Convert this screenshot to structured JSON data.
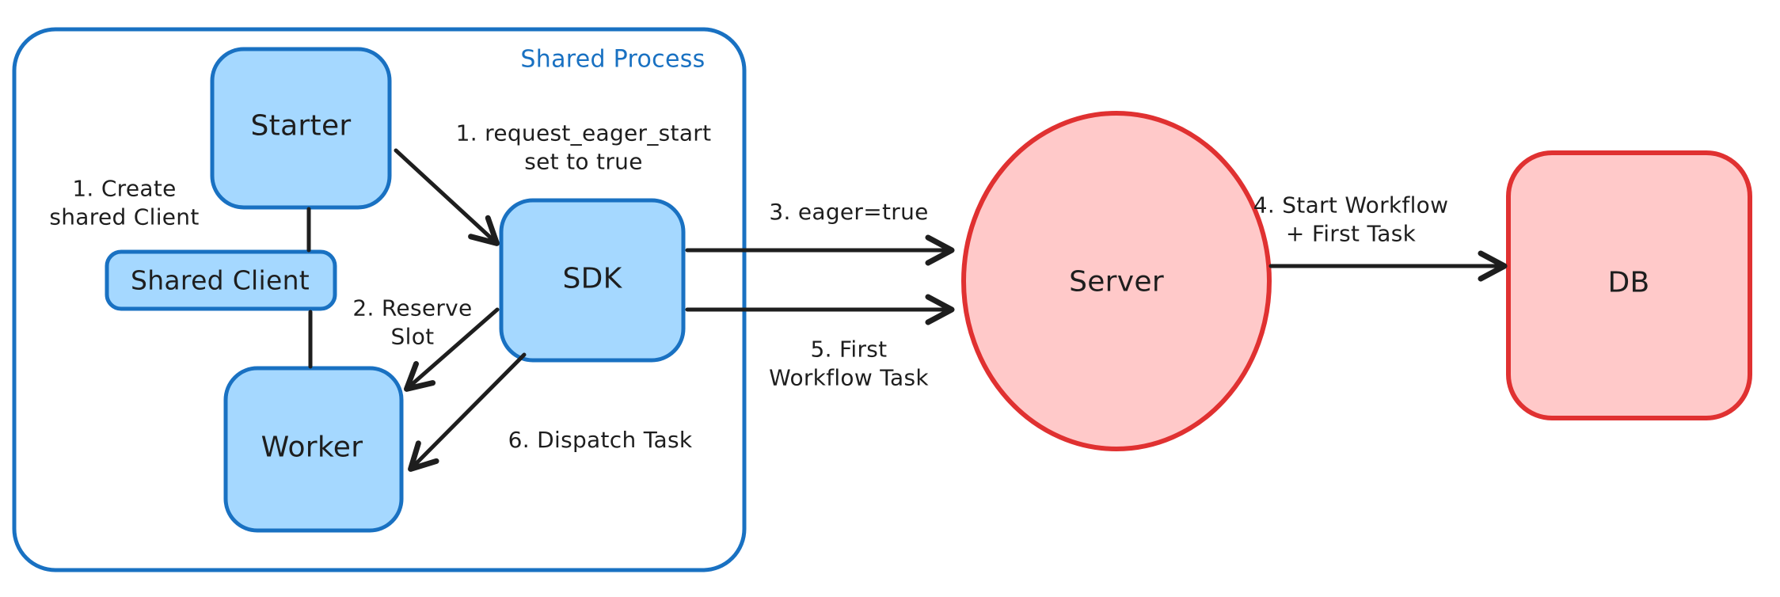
{
  "colors": {
    "blue_stroke": "#1971c2",
    "blue_fill": "#a5d8ff",
    "red_stroke": "#e03131",
    "red_fill": "#ffc9c9",
    "ink": "#1e1e1e",
    "bg": "#ffffff"
  },
  "container": {
    "label": "Shared Process"
  },
  "nodes": {
    "starter": {
      "label": "Starter"
    },
    "shared_client": {
      "label": "Shared Client"
    },
    "worker": {
      "label": "Worker"
    },
    "sdk": {
      "label": "SDK"
    },
    "server": {
      "label": "Server"
    },
    "db": {
      "label": "DB"
    }
  },
  "annotations": {
    "step1_create": "1. Create\nshared Client",
    "step1_eager": "1. request_eager_start\nset to true",
    "step2_reserve": "2. Reserve\nSlot",
    "step3_eager_true": "3. eager=true",
    "step4_start_workflow": "4. Start Workflow\n+ First Task",
    "step5_first_wft": "5. First\nWorkflow Task",
    "step6_dispatch": "6. Dispatch Task"
  }
}
